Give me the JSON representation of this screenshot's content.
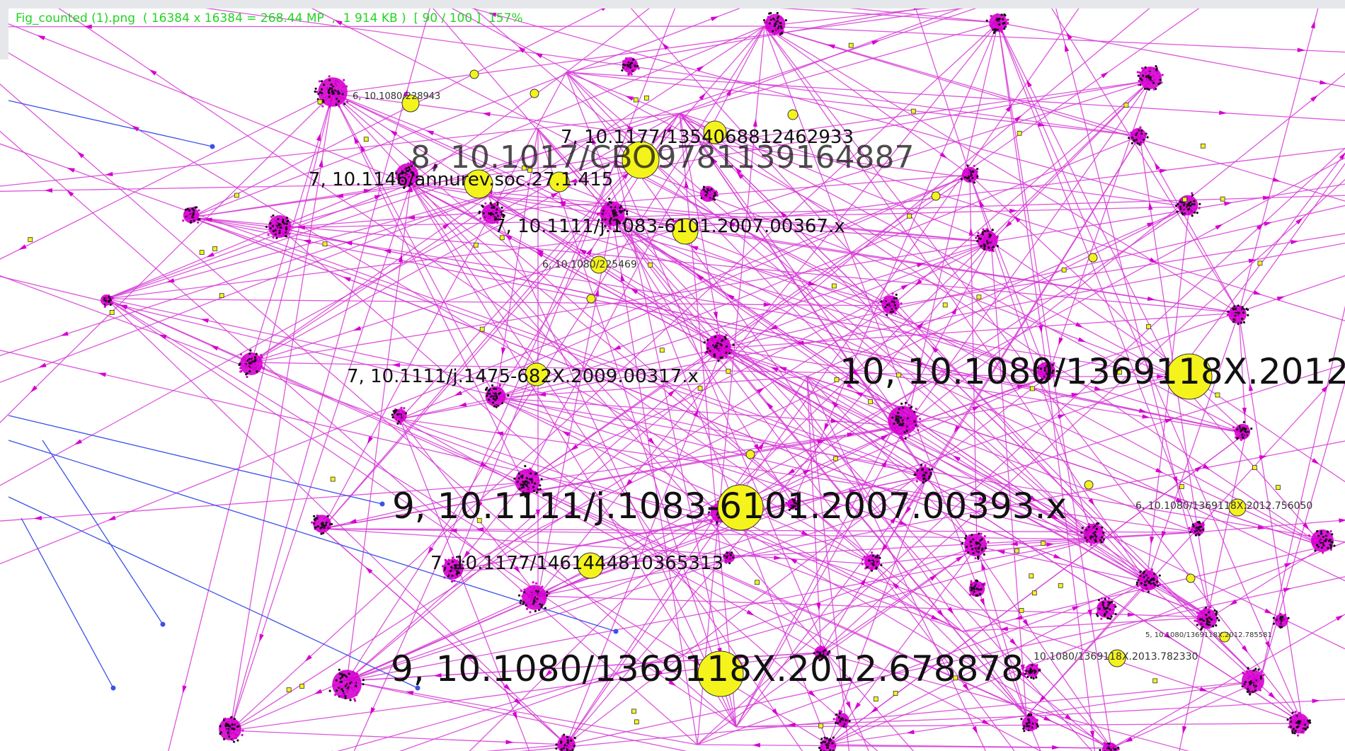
{
  "viewer": {
    "status_line": "Fig_counted (1).png  ( 16384 x 16384 = 268.44 MP  ,  1 914 KB )  [ 90 / 100 ]  157%"
  },
  "colors": {
    "edge": "#d63ad6",
    "node_yellow": "#f4f41c",
    "cluster": "#d600d0",
    "blue_edge": "#3a52e8",
    "status_text": "#22d422"
  },
  "labels": [
    {
      "id": "lbl-1",
      "text": "6, 10.1080/228943"
    },
    {
      "id": "lbl-2",
      "text": "7, 10.1177/1354068812462933"
    },
    {
      "id": "lbl-3",
      "text": "8, 10.1017/CBO9781139164887"
    },
    {
      "id": "lbl-4",
      "text": "7, 10.1146/annurev.soc.27.1.415"
    },
    {
      "id": "lbl-5",
      "text": "7, 10.1111/j.1083-6101.2007.00367.x"
    },
    {
      "id": "lbl-6",
      "text": "6, 10.1080/225469"
    },
    {
      "id": "lbl-7",
      "text": "7, 10.1111/j.1475-682X.2009.00317.x"
    },
    {
      "id": "lbl-8",
      "text": "10, 10.1080/1369118X.2012"
    },
    {
      "id": "lbl-9",
      "text": "9, 10.1111/j.1083-6101.2007.00393.x"
    },
    {
      "id": "lbl-10",
      "text": "6, 10.1080/1369118X.2012.756050"
    },
    {
      "id": "lbl-11",
      "text": "7, 10.1177/1461444810365313"
    },
    {
      "id": "lbl-12",
      "text": "5, 10.1080/1369118X.2012.785581"
    },
    {
      "id": "lbl-13",
      "text": "10.1080/1369118X.2013.782330"
    },
    {
      "id": "lbl-14",
      "text": "9, 10.1080/1369118X.2012.678878"
    }
  ]
}
